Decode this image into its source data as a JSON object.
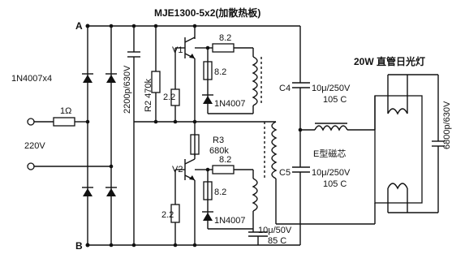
{
  "title": "MJE1300-5x2(加散热板)",
  "nodes": {
    "a": "A",
    "b": "B"
  },
  "input": {
    "voltage": "220V",
    "fuse": "1Ω"
  },
  "bridge": {
    "diodes": "1N4007x4"
  },
  "filter_cap": "2200p/630V",
  "upper": {
    "transistor": "V1",
    "r_bias_label": "R2 470k",
    "r_emitter": "2.2",
    "r_base": "8.2",
    "r_base2": "8.2",
    "diode": "1N4007"
  },
  "lower": {
    "transistor": "V2",
    "r3_label": "R3",
    "r3_value": "680k",
    "r_emitter": "2.2",
    "r_base": "8.2",
    "r_base2": "8.2",
    "diode": "1N4007",
    "trig_cap": "10μ/50V",
    "trig_cap_temp": "85 C"
  },
  "c4": {
    "label": "C4",
    "value": "10μ/250V",
    "temp": "105 C"
  },
  "c5": {
    "label": "C5",
    "value": "10μ/250V",
    "temp": "105 C"
  },
  "core_label": "E型磁芯",
  "lamp_label": "20W 直管日光灯",
  "lamp_cap": "6800p/630V"
}
